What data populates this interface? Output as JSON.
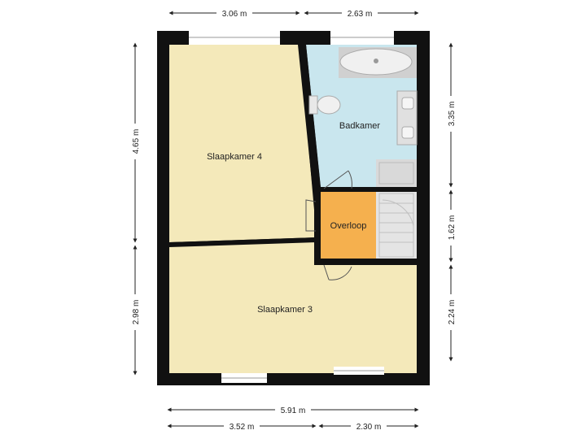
{
  "rooms": {
    "bedroom4": "Slaapkamer 4",
    "bathroom": "Badkamer",
    "landing": "Overloop",
    "bedroom3": "Slaapkamer 3"
  },
  "dimensions": {
    "top_left": "3.06 m",
    "top_right": "2.63 m",
    "left_upper": "4.65 m",
    "left_lower": "2.98 m",
    "right_upper": "3.35 m",
    "right_middle": "1.62 m",
    "right_lower": "2.24 m",
    "bottom_total": "5.91 m",
    "bottom_left": "3.52 m",
    "bottom_right": "2.30 m"
  },
  "colors": {
    "wall": "#111111",
    "bedroom": "#f4e9ba",
    "bathroom": "#c9e6ee",
    "landing": "#f5b04e",
    "fixture": "#d9d9d9"
  }
}
